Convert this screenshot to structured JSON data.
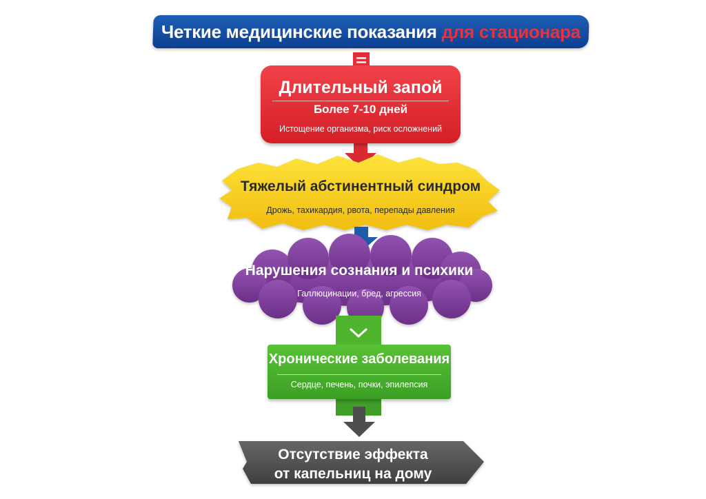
{
  "title": {
    "main": "Четкие медицинские показания",
    "accent": "для стационара",
    "accent_color": "#e8323e"
  },
  "steps": [
    {
      "title": "Длительный запой",
      "subtitle": "Более 7-10 дней",
      "description": "Истощение организма, риск осложнений",
      "color": "#e52d35",
      "icon": "iv-drip-icon"
    },
    {
      "title": "Тяжелый абстинентный синдром",
      "description": "Дрожь, тахикардия, рвота, перепады давления",
      "color": "#f7d21b"
    },
    {
      "title": "Нарушения сознания и психики",
      "description": "Галлюцинации, бред, агрессия",
      "color": "#7b3d96"
    },
    {
      "title": "Хронические заболевания",
      "description": "Сердце, печень, почки, эпилепсия",
      "color": "#45ab2b"
    },
    {
      "title_line1": "Отсутствие эффекта",
      "title_line2": "от капельниц на дому",
      "color": "#545454"
    }
  ],
  "arrows": [
    {
      "icon": "arrow-down-icon",
      "color": "#e52d35"
    },
    {
      "icon": "arrow-down-icon",
      "color": "#1c5cab"
    },
    {
      "icon": "chevron-down-icon",
      "color": "#45ab2b"
    },
    {
      "icon": "arrow-down-icon",
      "color": "#555555"
    }
  ]
}
